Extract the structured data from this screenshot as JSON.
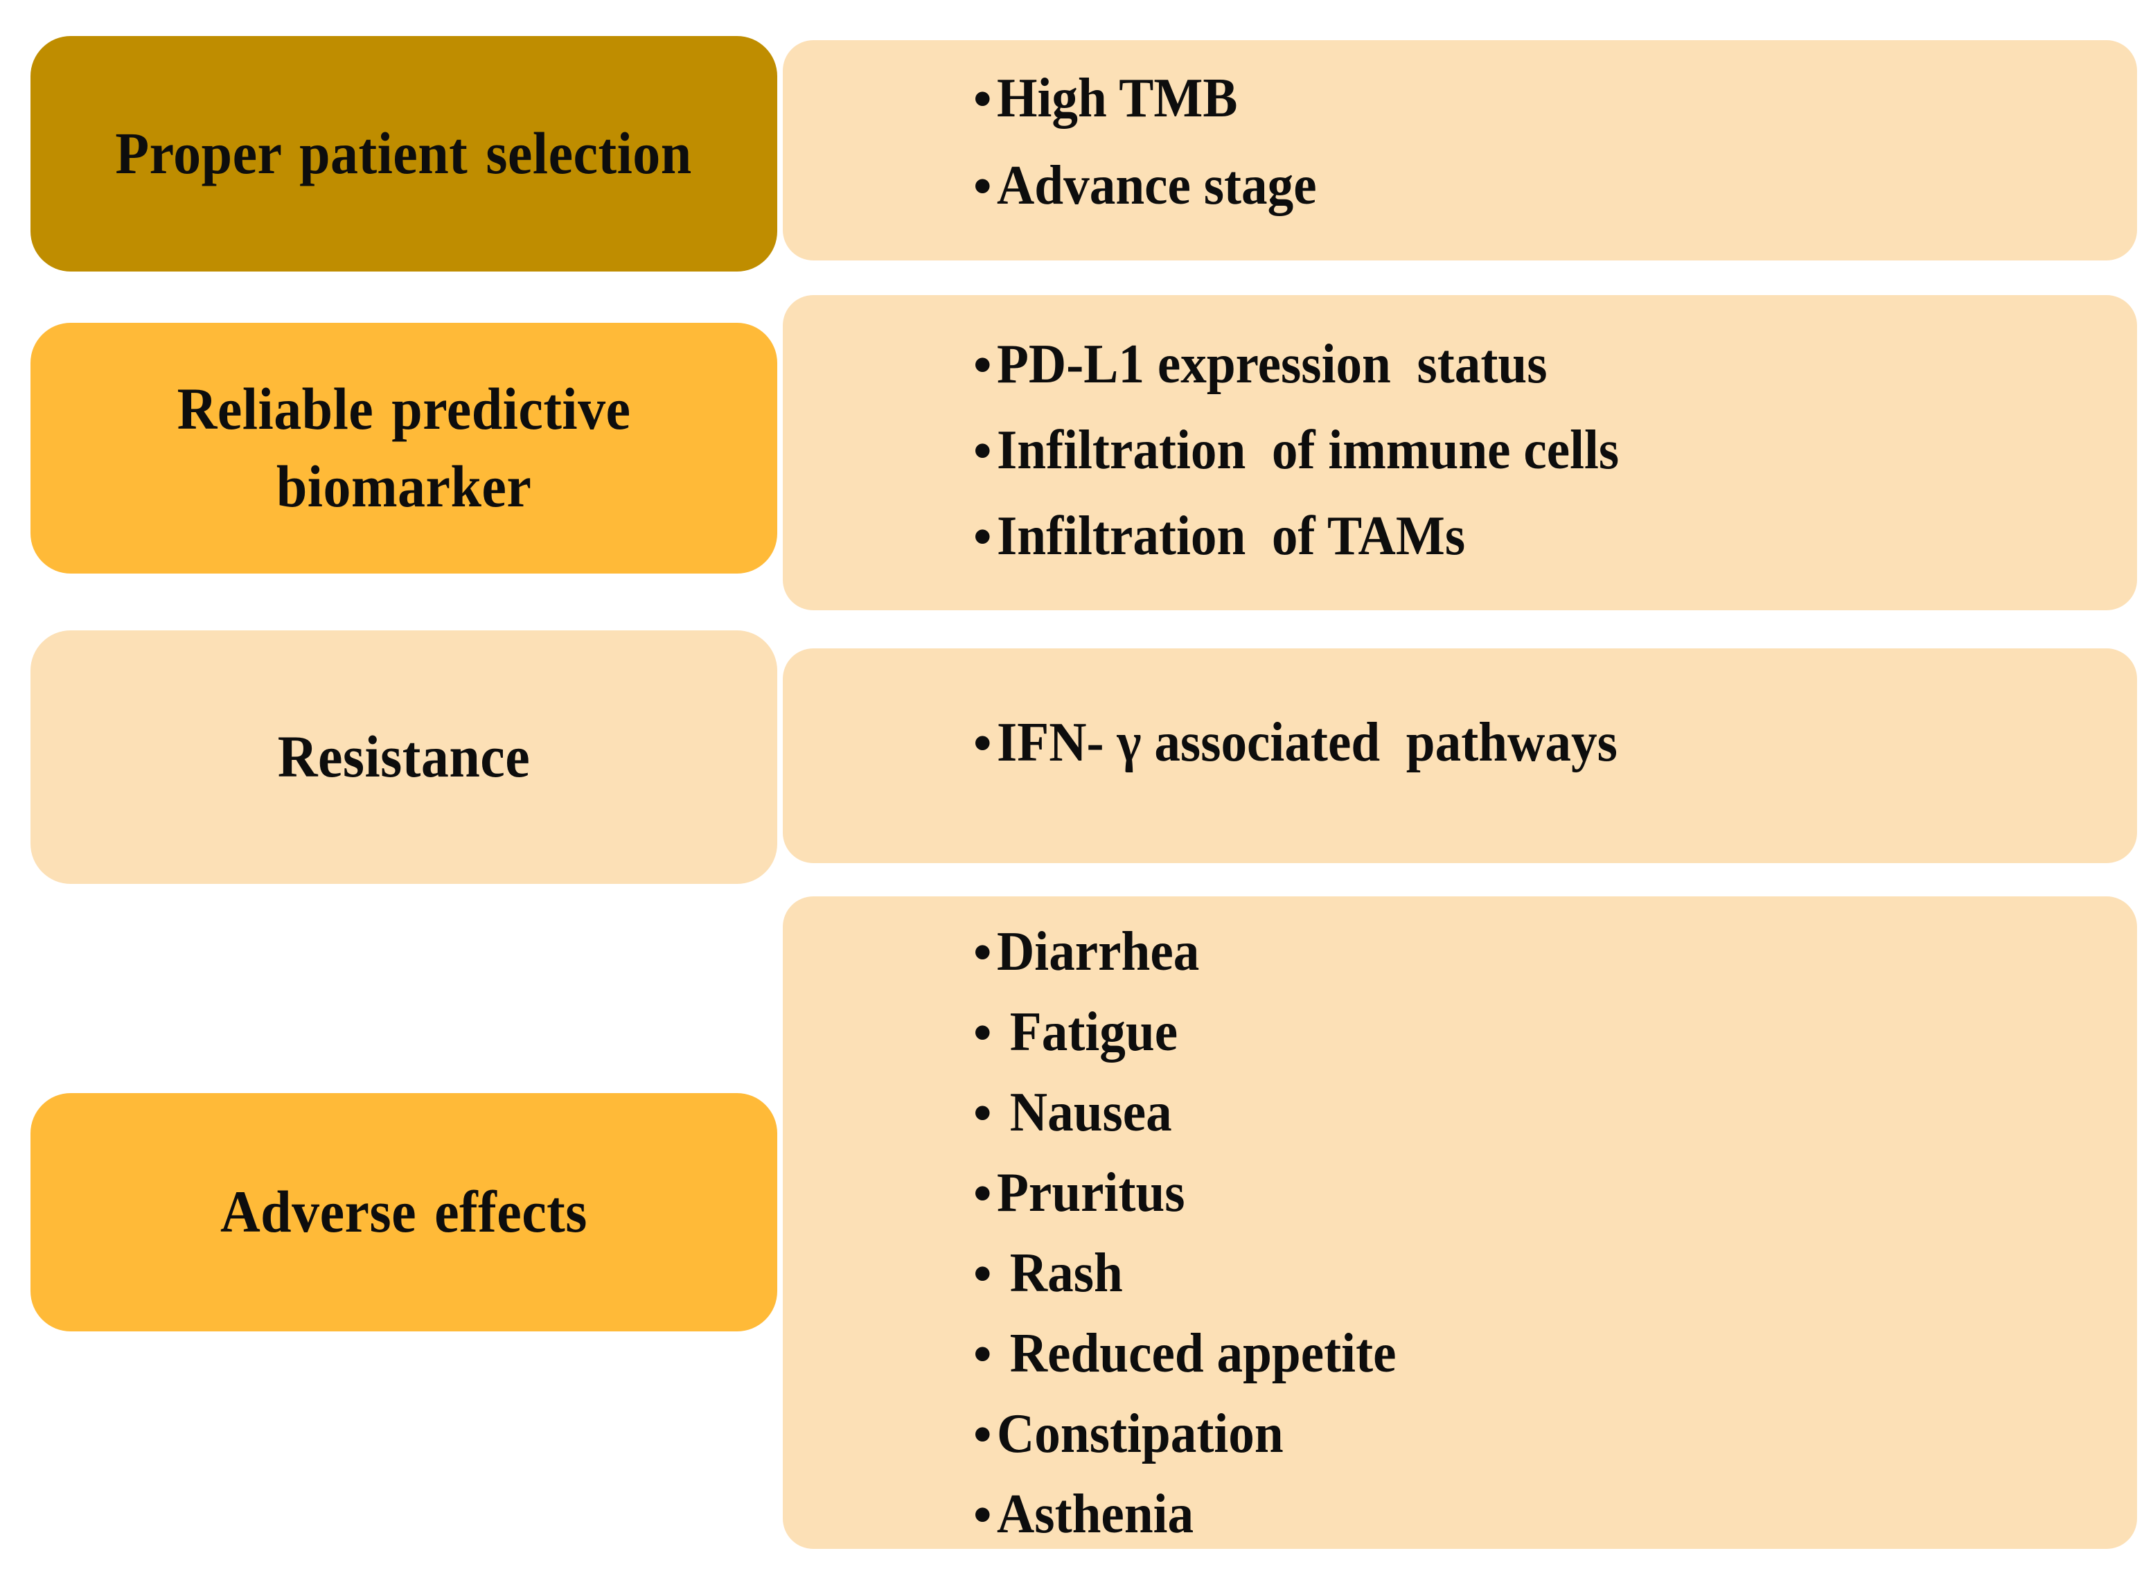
{
  "figure": {
    "colors": {
      "dark_gold": "#BF8D00",
      "orange": "#FFBA38",
      "light_peach": "#FCE0B6",
      "background": "#FFFFFF",
      "text": "#0D0D0D"
    },
    "bullet_glyph": "•"
  },
  "rows": [
    {
      "label": "Proper patient selection",
      "label_color": "#BF8D00",
      "panel_color": "#FCE0B6",
      "items": [
        "High TMB",
        "Advance stage"
      ]
    },
    {
      "label": "Reliable  predictive\nbiomarker",
      "label_color": "#FFBA38",
      "panel_color": "#FCE0B6",
      "items": [
        "PD-L1 expression  status",
        "Infiltration  of immune cells",
        "Infiltration  of TAMs"
      ]
    },
    {
      "label": "Resistance",
      "label_color": "#FCE0B6",
      "panel_color": "#FCE0B6",
      "items": [
        "IFN- γ associated  pathways"
      ]
    },
    {
      "label": "Adverse effects",
      "label_color": "#FFBA38",
      "panel_color": "#FCE0B6",
      "items": [
        "Diarrhea",
        " Fatigue",
        " Nausea",
        "Pruritus",
        " Rash",
        " Reduced appetite",
        "Constipation",
        "Asthenia"
      ]
    }
  ]
}
